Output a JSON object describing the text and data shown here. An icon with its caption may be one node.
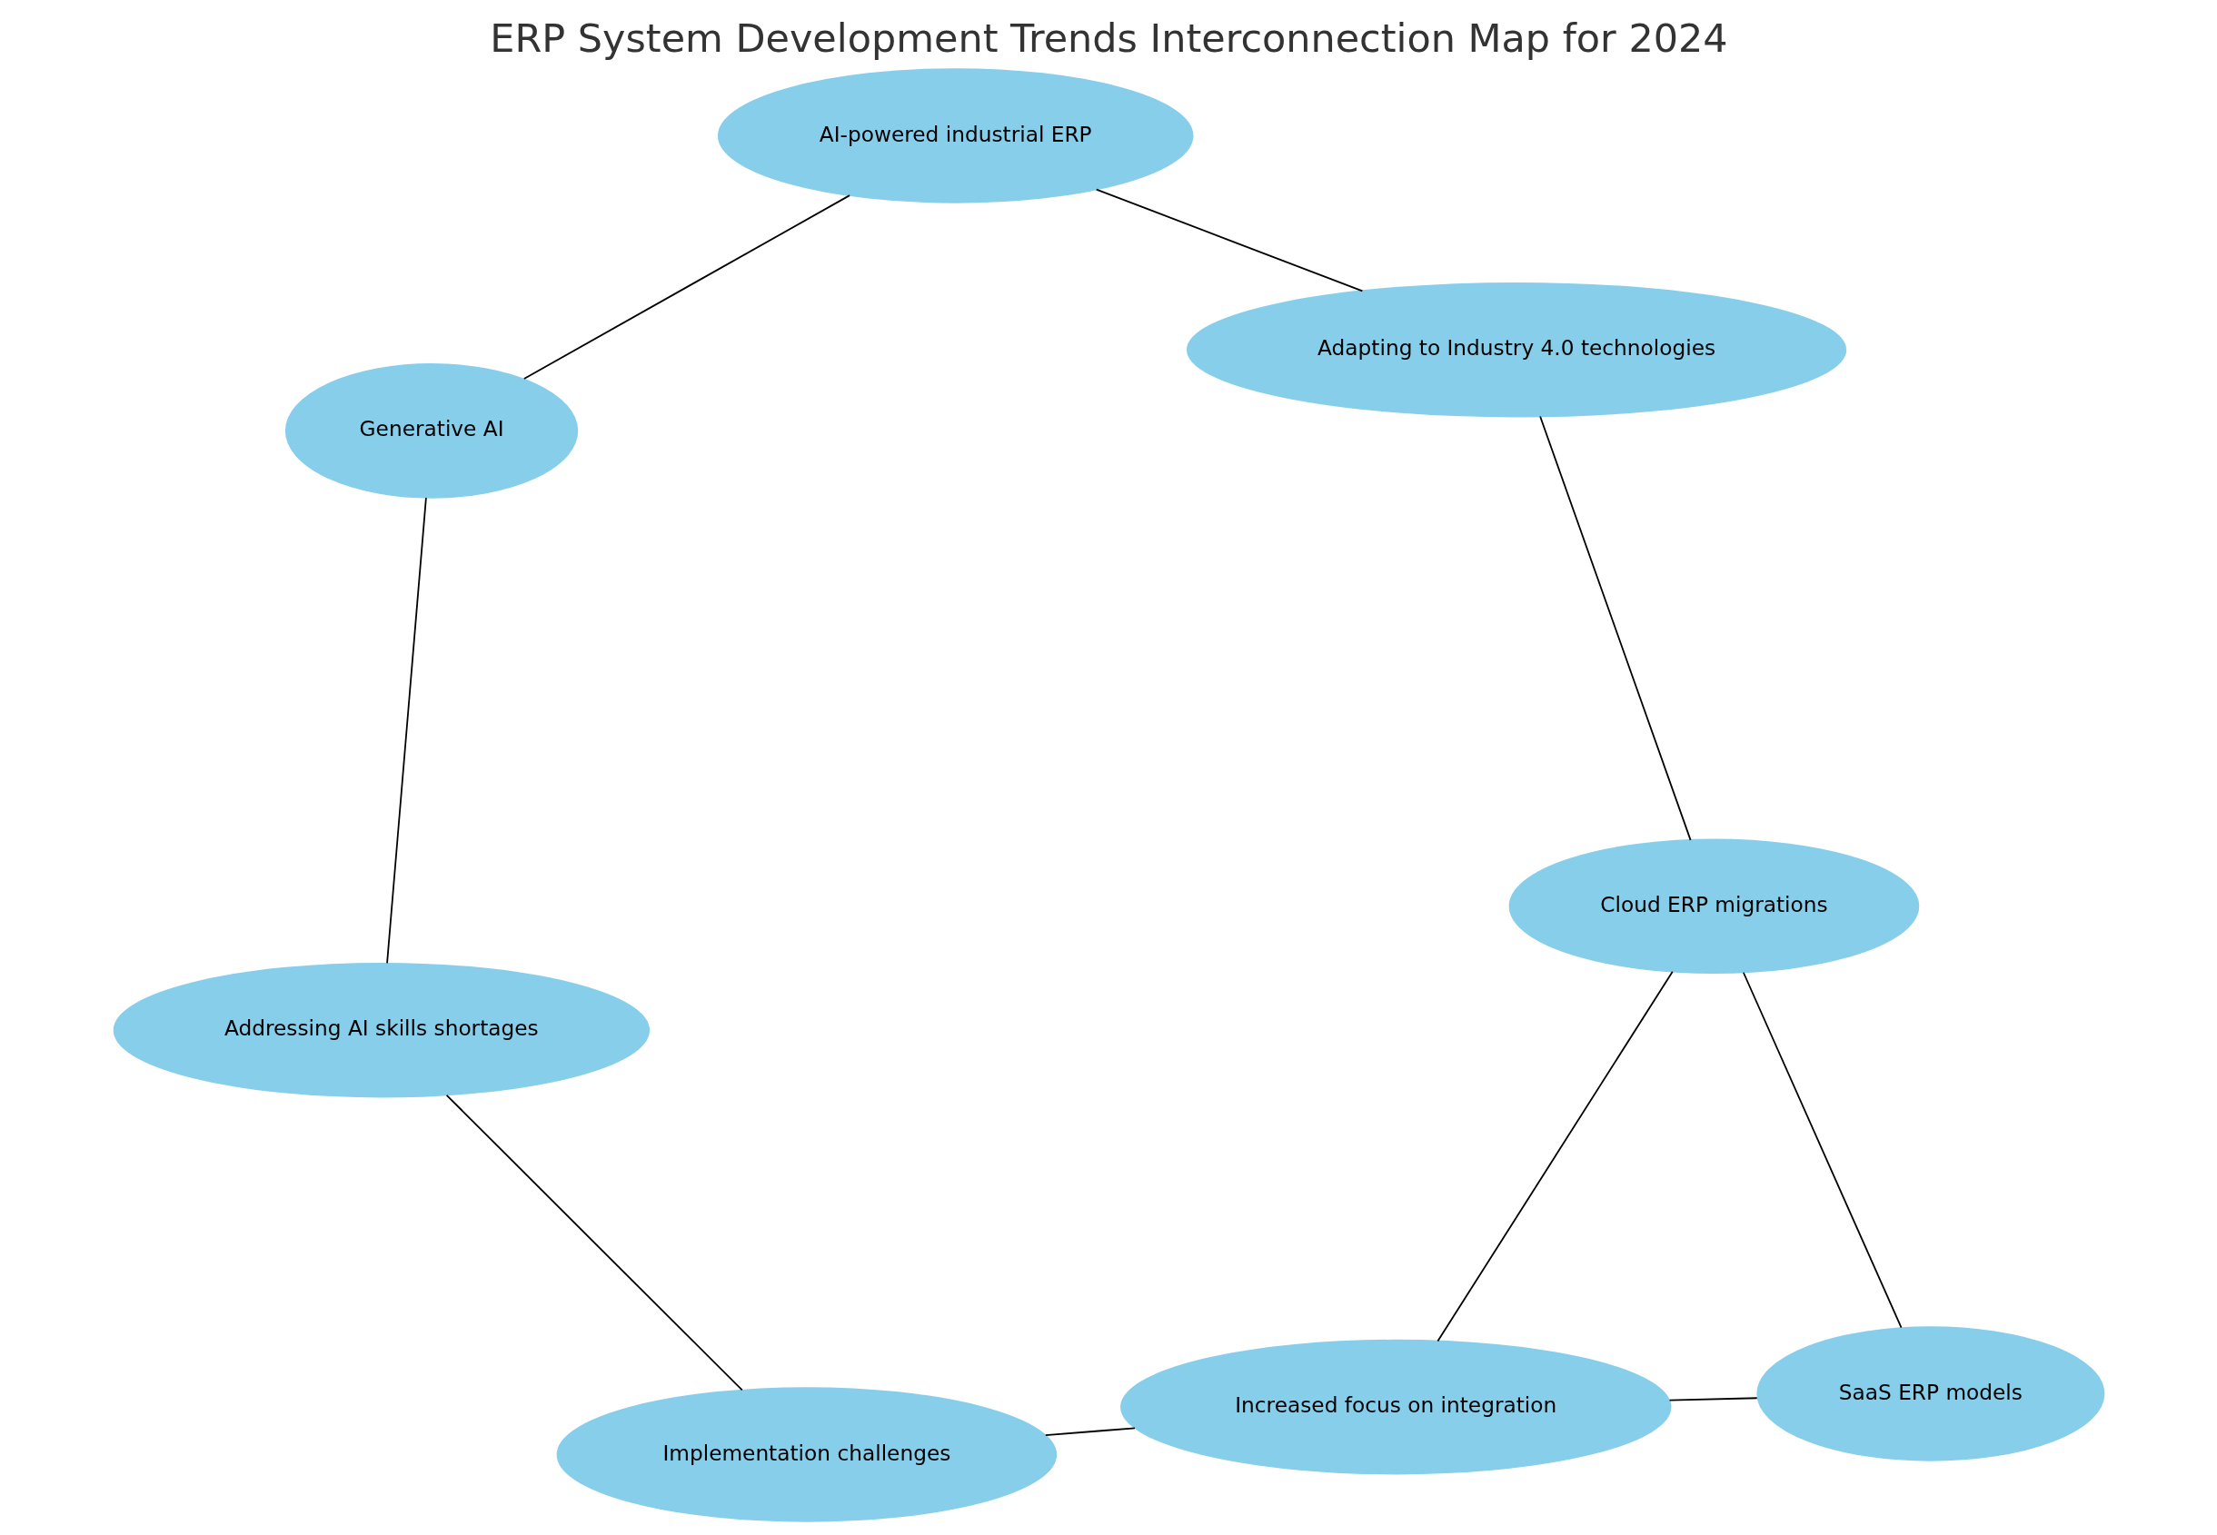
{
  "diagram": {
    "title": "ERP System Development Trends Interconnection Map for 2024",
    "nodes": [
      {
        "text": [
          "Addressing AI skills shortages"
        ]
      },
      {
        "text": [
          "Generative AI"
        ]
      },
      {
        "text": [
          "Implementation challenges"
        ]
      },
      {
        "text": [
          "AI-powered industrial ERP"
        ]
      },
      {
        "text": [
          "Increased focus on integration"
        ]
      },
      {
        "text": [
          "Adapting to Industry 4.0 technologies"
        ]
      },
      {
        "text": [
          "Cloud ERP migrations"
        ]
      },
      {
        "text": [
          "SaaS ERP models"
        ]
      }
    ],
    "edges": [
      {
        "from": 0,
        "to": 1,
        "arrow": "none"
      },
      {
        "from": 1,
        "to": 3,
        "arrow": "none"
      },
      {
        "from": 3,
        "to": 5,
        "arrow": "none"
      },
      {
        "from": 5,
        "to": 6,
        "arrow": "none"
      },
      {
        "from": 6,
        "to": 7,
        "arrow": "none"
      },
      {
        "from": 7,
        "to": 4,
        "arrow": "none"
      },
      {
        "from": 4,
        "to": 6,
        "arrow": "none"
      },
      {
        "from": 4,
        "to": 2,
        "arrow": "none"
      },
      {
        "from": 2,
        "to": 0,
        "arrow": "none"
      }
    ]
  }
}
